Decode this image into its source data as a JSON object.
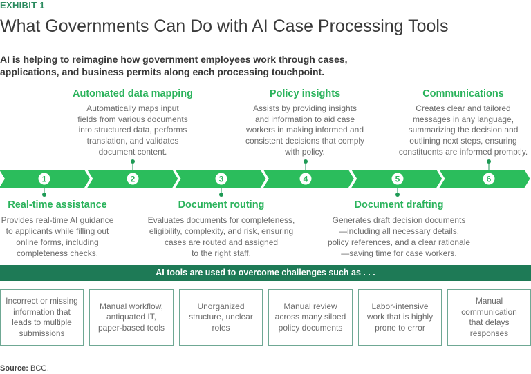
{
  "header": {
    "exhibit_label": "EXHIBIT 1",
    "title": "What Governments Can Do with AI Case Processing Tools",
    "subtitle": "AI is helping to reimagine how government employees work through cases,\napplications, and business permits along each processing touchpoint."
  },
  "colors": {
    "exhibit_label": "#2a8a5e",
    "step_title": "#2bb35c",
    "flow_arrow": "#2bbd5c",
    "challenge_bar": "#1e7a56",
    "box_border": "#6fa894",
    "body_text": "#6b6b6b"
  },
  "steps": [
    {
      "number": "1",
      "title": "Real-time assistance",
      "description": "Provides real-time AI guidance\nto applicants while filling out\nonline forms, including\ncompleteness checks.",
      "label_position": "below"
    },
    {
      "number": "2",
      "title": "Automated data mapping",
      "description": "Automatically maps input\nfields from various documents\ninto structured data, performs\ntranslation, and validates\ndocument content.",
      "label_position": "above"
    },
    {
      "number": "3",
      "title": "Document routing",
      "description": "Evaluates documents for completeness,\neligibility, complexity, and risk, ensuring\ncases are routed and assigned\nto the right staff.",
      "label_position": "below"
    },
    {
      "number": "4",
      "title": "Policy insights",
      "description": "Assists by providing insights\nand information to aid case\nworkers in making informed and\nconsistent decisions that comply\nwith policy.",
      "label_position": "above"
    },
    {
      "number": "5",
      "title": "Document drafting",
      "description": "Generates draft decision documents\n—including all necessary details,\npolicy references, and a clear rationale\n—saving time for case workers.",
      "label_position": "below"
    },
    {
      "number": "6",
      "title": "Communications",
      "description": "Creates clear and tailored\nmessages in any language,\nsummarizing the decision and\noutlining next steps, ensuring\nconstituents are informed promptly.",
      "label_position": "above"
    }
  ],
  "challenges": {
    "heading": "AI tools are used to overcome challenges such as . . .",
    "items": [
      "Incorrect or missing\ninformation that\nleads to multiple\nsubmissions",
      "Manual workflow,\nantiquated IT,\npaper-based tools",
      "Unorganized\nstructure, unclear\nroles",
      "Manual review\nacross many siloed\npolicy documents",
      "Labor-intensive\nwork that is highly\nprone to error",
      "Manual\ncommunication\nthat delays\nresponses"
    ]
  },
  "source": {
    "label": "Source:",
    "value": "BCG."
  }
}
